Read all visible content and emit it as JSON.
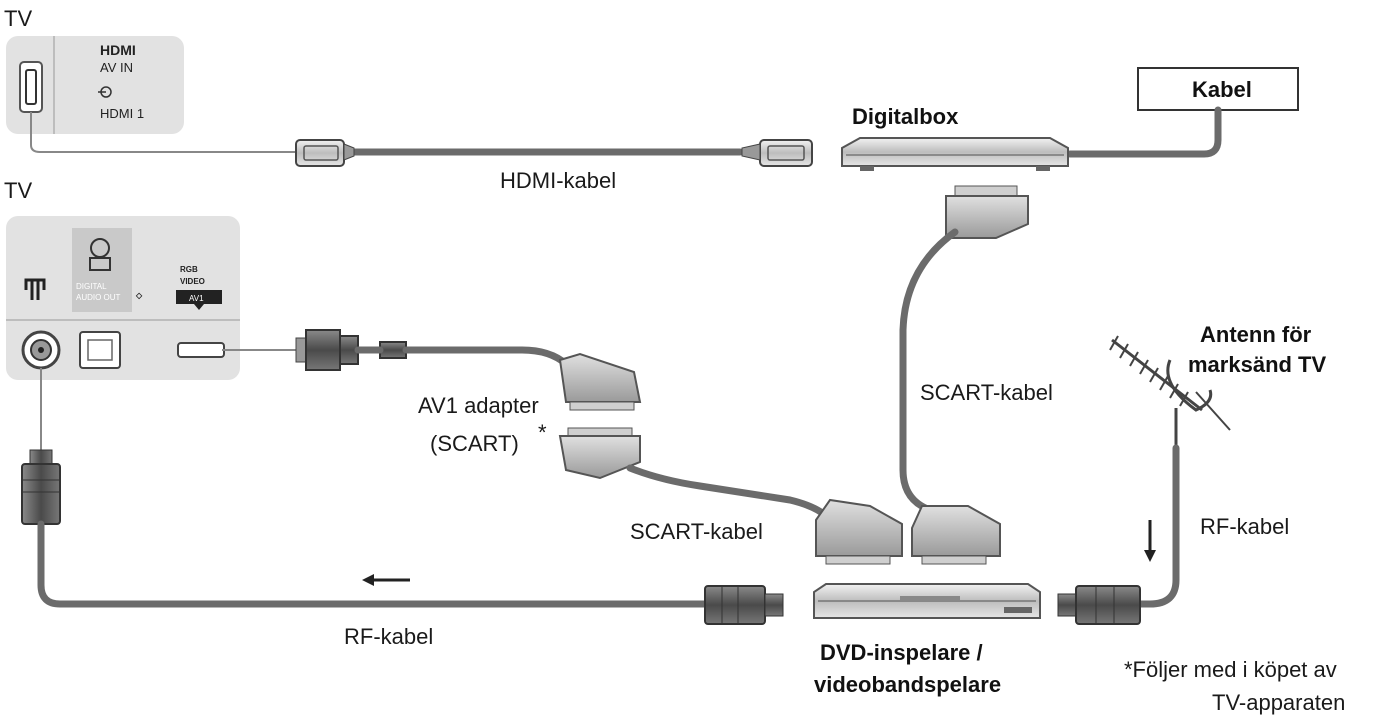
{
  "tv_hdmi": {
    "label": "TV",
    "logo": "HDMI",
    "port_line1": "AV IN",
    "port_line2": "HDMI 1",
    "input_icon": "input-arrow-icon"
  },
  "tv_av": {
    "label": "TV",
    "digital_audio_line1": "DIGITAL",
    "digital_audio_line2": "AUDIO OUT",
    "rgb_label": "RGB",
    "video_label": "VIDEO",
    "av1_label": "AV1"
  },
  "labels": {
    "hdmi_cable": "HDMI-kabel",
    "digitalbox": "Digitalbox",
    "kabel": "Kabel",
    "scart_cable_right": "SCART-kabel",
    "av1_adapter_line1": "AV1 adapter",
    "av1_adapter_line2": "(SCART)",
    "asterisk": "*",
    "scart_cable_left": "SCART-kabel",
    "antenna_line1": "Antenn för",
    "antenna_line2": "marksänd TV",
    "rf_cable_right": "RF-kabel",
    "rf_cable_bottom": "RF-kabel",
    "dvd_line1": "DVD-inspelare /",
    "dvd_line2": "videobandspelare",
    "footnote_line1": "*Följer med i köpet av",
    "footnote_line2": "TV-apparaten"
  },
  "colors": {
    "panel": "#e2e2e2",
    "cable": "#6b6b6b",
    "connector_dark": "#555555",
    "device": "#d0d0d0"
  }
}
